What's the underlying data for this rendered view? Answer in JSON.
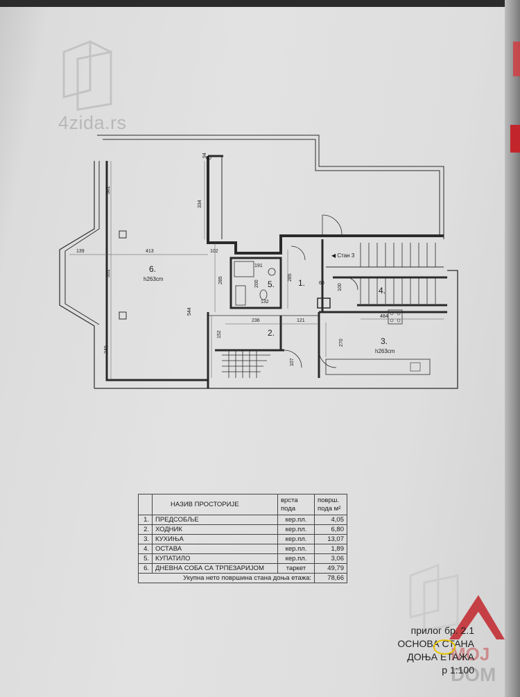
{
  "watermark": {
    "brand": "4zida.rs"
  },
  "plan": {
    "rooms": [
      {
        "num": "6.",
        "height": "h263cm"
      },
      {
        "num": "1."
      },
      {
        "num": "2."
      },
      {
        "num": "3.",
        "height": "h263cm"
      },
      {
        "num": "4."
      },
      {
        "num": "5."
      }
    ],
    "stair_label": "Стан 3",
    "dimensions": [
      "94",
      "60",
      "381",
      "334",
      "139",
      "413",
      "102",
      "351",
      "285",
      "191",
      "200",
      "60",
      "100",
      "132",
      "285",
      "544",
      "152",
      "236",
      "121",
      "484",
      "270",
      "240",
      "107"
    ]
  },
  "legend": {
    "headers": {
      "name": "НАЗИВ ПРОСТОРИЈЕ",
      "type": "врста пода",
      "area": "површ. пода м²"
    },
    "rows": [
      {
        "num": "1.",
        "name": "ПРЕДСОБЉЕ",
        "type": "кер.пл.",
        "area": "4,05"
      },
      {
        "num": "2.",
        "name": "ХОДНИК",
        "type": "кер.пл.",
        "area": "6,80"
      },
      {
        "num": "3.",
        "name": "КУХИЊА",
        "type": "кер.пл.",
        "area": "13,07"
      },
      {
        "num": "4.",
        "name": "ОСТАВА",
        "type": "кер.пл.",
        "area": "1,89"
      },
      {
        "num": "5.",
        "name": "КУПАТИЛО",
        "type": "кер.пл.",
        "area": "3,06"
      },
      {
        "num": "6.",
        "name": "ДНЕВНА СОБА СА ТРПЕЗАРИЈОМ",
        "type": "таркет",
        "area": "49,79"
      }
    ],
    "total_label": "Укупна нето површина стана доња етажа:",
    "total_value": "78,66"
  },
  "stamp": {
    "line1": "прилог бр. 2.1",
    "line2": "ОСНОВА СТАНА",
    "line3": "ДОЊА ЕТАЖА",
    "line4": "р 1:100"
  },
  "colors": {
    "paper": "#e0e0e0",
    "ink": "#2a2a2a",
    "logo_red": "#c2262c"
  }
}
